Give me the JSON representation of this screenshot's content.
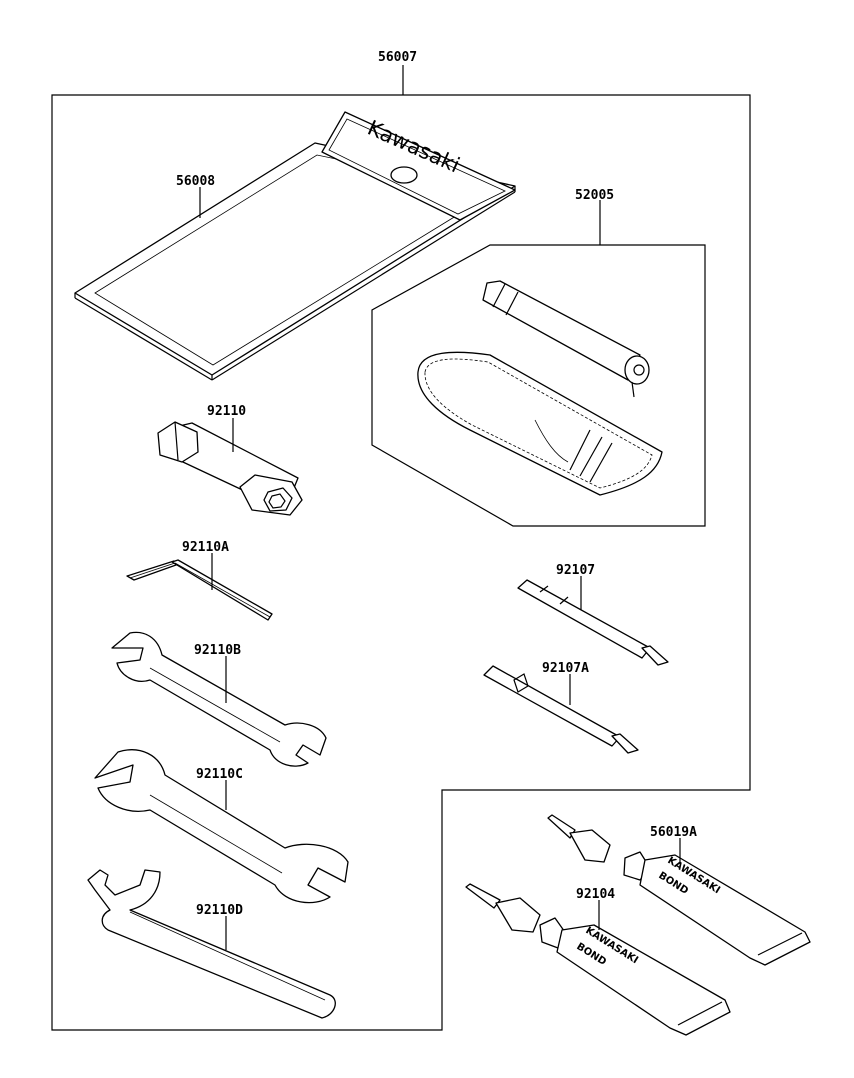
{
  "parts": {
    "kit": "56007",
    "tool_bag": "56008",
    "repair_kit": "52005",
    "box_wrench": "92110",
    "hex_key": "92110A",
    "open_wrench_small": "92110B",
    "open_wrench_large": "92110C",
    "hook_wrench": "92110D",
    "screwdriver": "92107",
    "screwdriver_alt": "92107A",
    "bond_tube_a": "56019A",
    "bond_tube_b": "92104"
  },
  "logos": {
    "bag_brand": "Kawasaki",
    "tube_brand": "KAWASAKI",
    "tube_product": "BOND"
  }
}
